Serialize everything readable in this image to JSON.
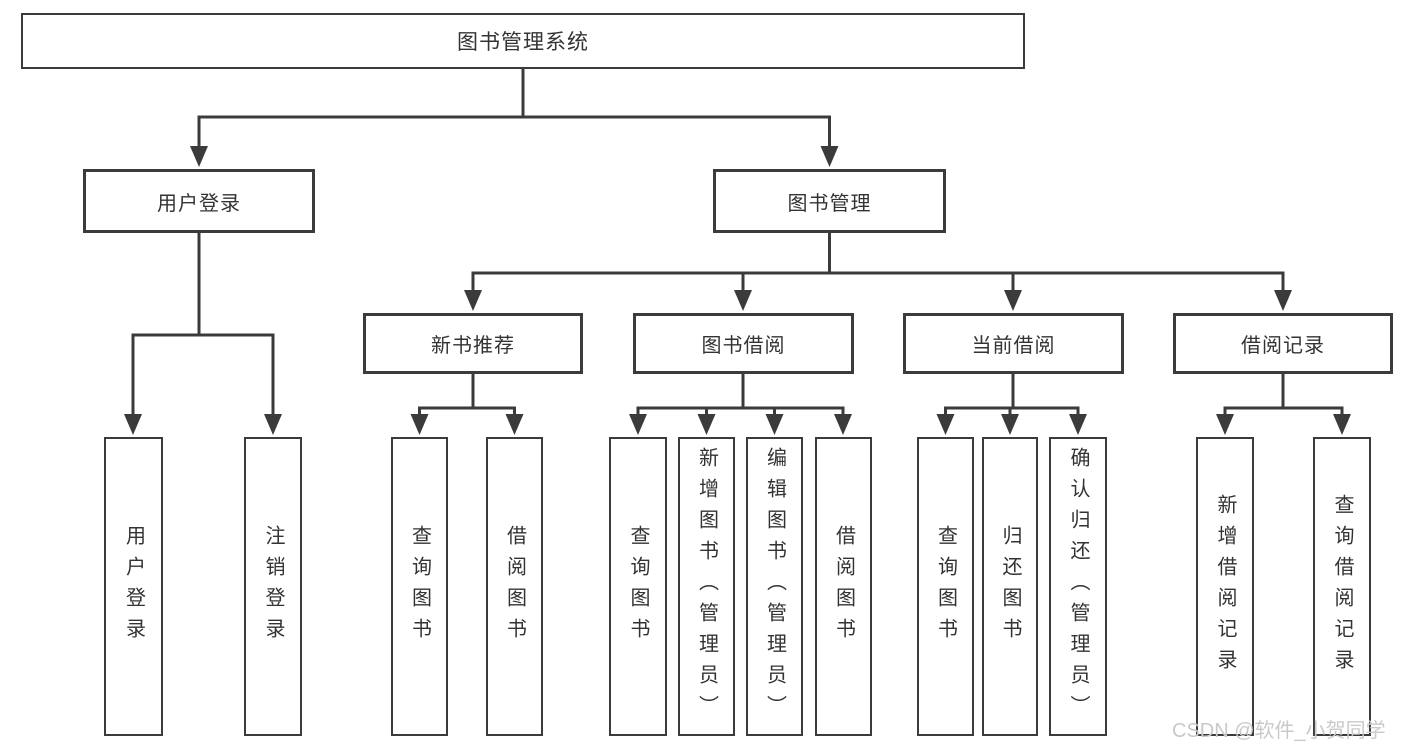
{
  "diagram": {
    "root": {
      "label": "图书管理系统"
    },
    "level2": [
      {
        "label": "用户登录"
      },
      {
        "label": "图书管理"
      }
    ],
    "level3": [
      {
        "label": "新书推荐"
      },
      {
        "label": "图书借阅"
      },
      {
        "label": "当前借阅"
      },
      {
        "label": "借阅记录"
      }
    ],
    "leaves": {
      "user_login": [
        "用户登录",
        "注销登录"
      ],
      "new_book_recommend": [
        "查询图书",
        "借阅图书"
      ],
      "book_borrow": [
        "查询图书",
        "新增图书（管理员）",
        "编辑图书（管理员）",
        "借阅图书"
      ],
      "current_borrow": [
        "查询图书",
        "归还图书",
        "确认归还（管理员）"
      ],
      "borrow_records": [
        "新增借阅记录",
        "查询借阅记录"
      ]
    },
    "hierarchy_note": "图书管理系统 → [用户登录 → (用户登录, 注销登录)], [图书管理 → 新书推荐(查询图书,借阅图书), 图书借阅(查询图书,新增图书（管理员）,编辑图书（管理员）,借阅图书), 当前借阅(查询图书,归还图书,确认归还（管理员）), 借阅记录(新增借阅记录,查询借阅记录)]"
  },
  "watermark": {
    "text": "CSDN @软件_小贺同学"
  },
  "colors": {
    "line": "#3b3b3b",
    "box_border": "#3b3b3b",
    "text": "#333333",
    "watermark": "#c9c9c9",
    "background": "#ffffff"
  }
}
